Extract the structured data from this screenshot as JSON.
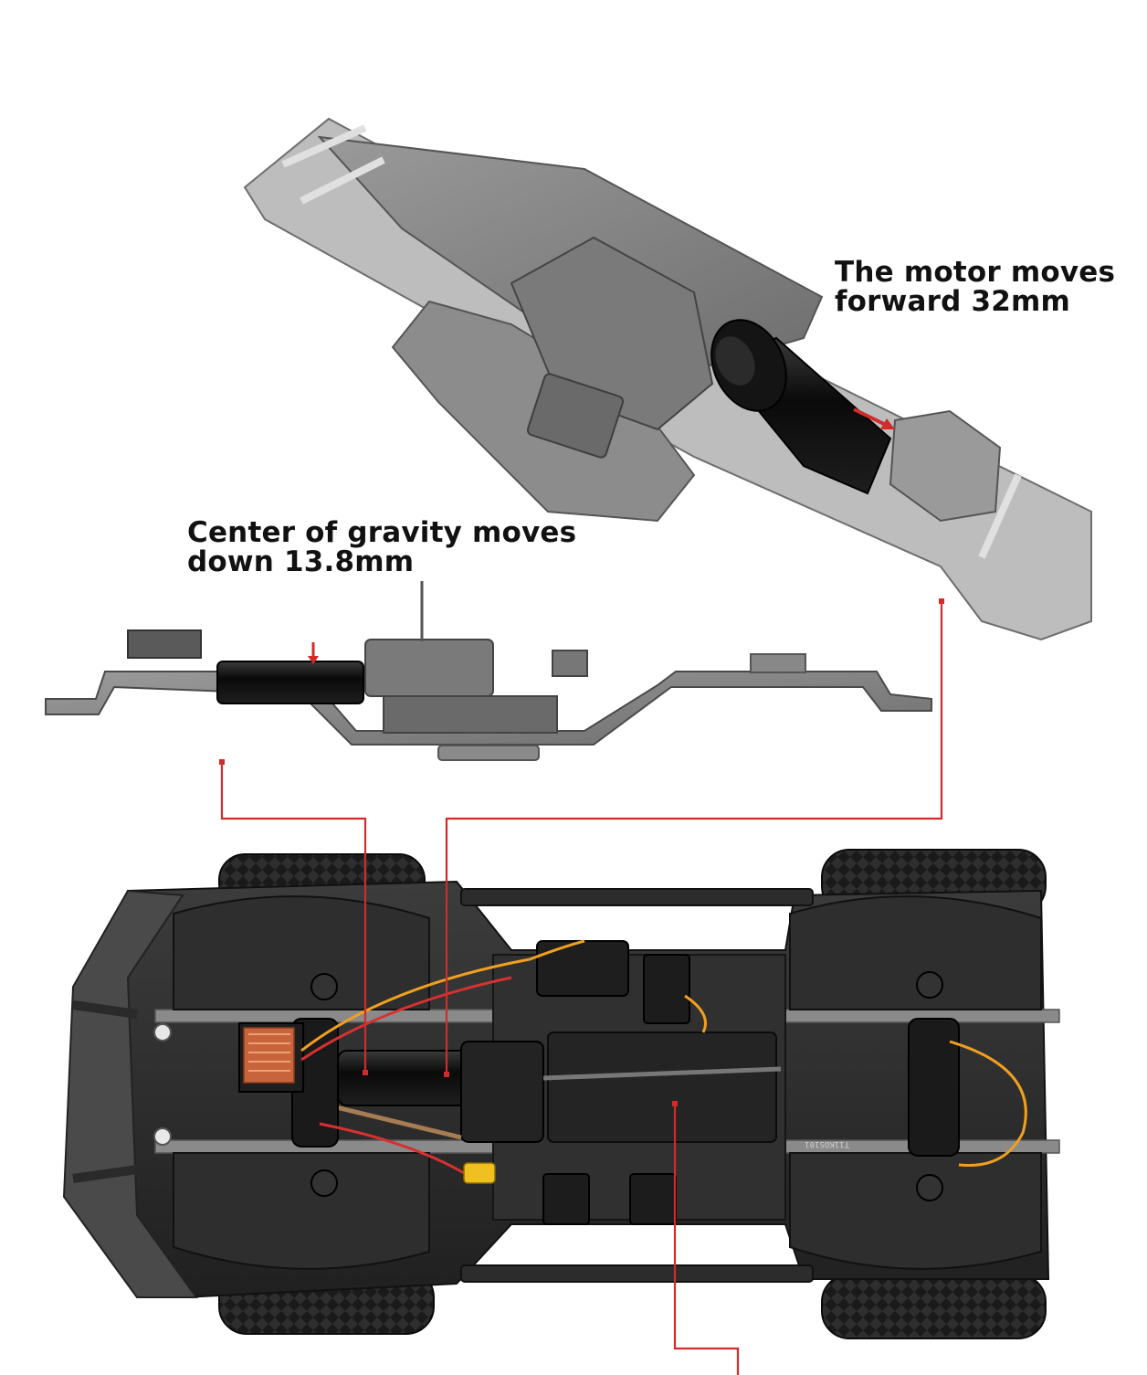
{
  "callouts": {
    "motor_forward": {
      "line1": "The motor moves",
      "line2": "forward 32mm"
    },
    "center_of_gravity": {
      "line1": "Center of gravity moves",
      "line2": "down 13.8mm"
    }
  },
  "labels": {
    "chassis_stamp": "T11KOS101"
  },
  "colors": {
    "callout_text": "#111111",
    "leader_line": "#d32a2a",
    "frame_gray": "#8a8a8a",
    "frame_dark": "#5c5c5c",
    "motor_black": "#101010",
    "body_dark": "#2a2a2a",
    "tire": "#1c1c1c",
    "esc_copper": "#c8643c"
  },
  "icons": {
    "direction_arrow": "red-arrow-icon"
  }
}
